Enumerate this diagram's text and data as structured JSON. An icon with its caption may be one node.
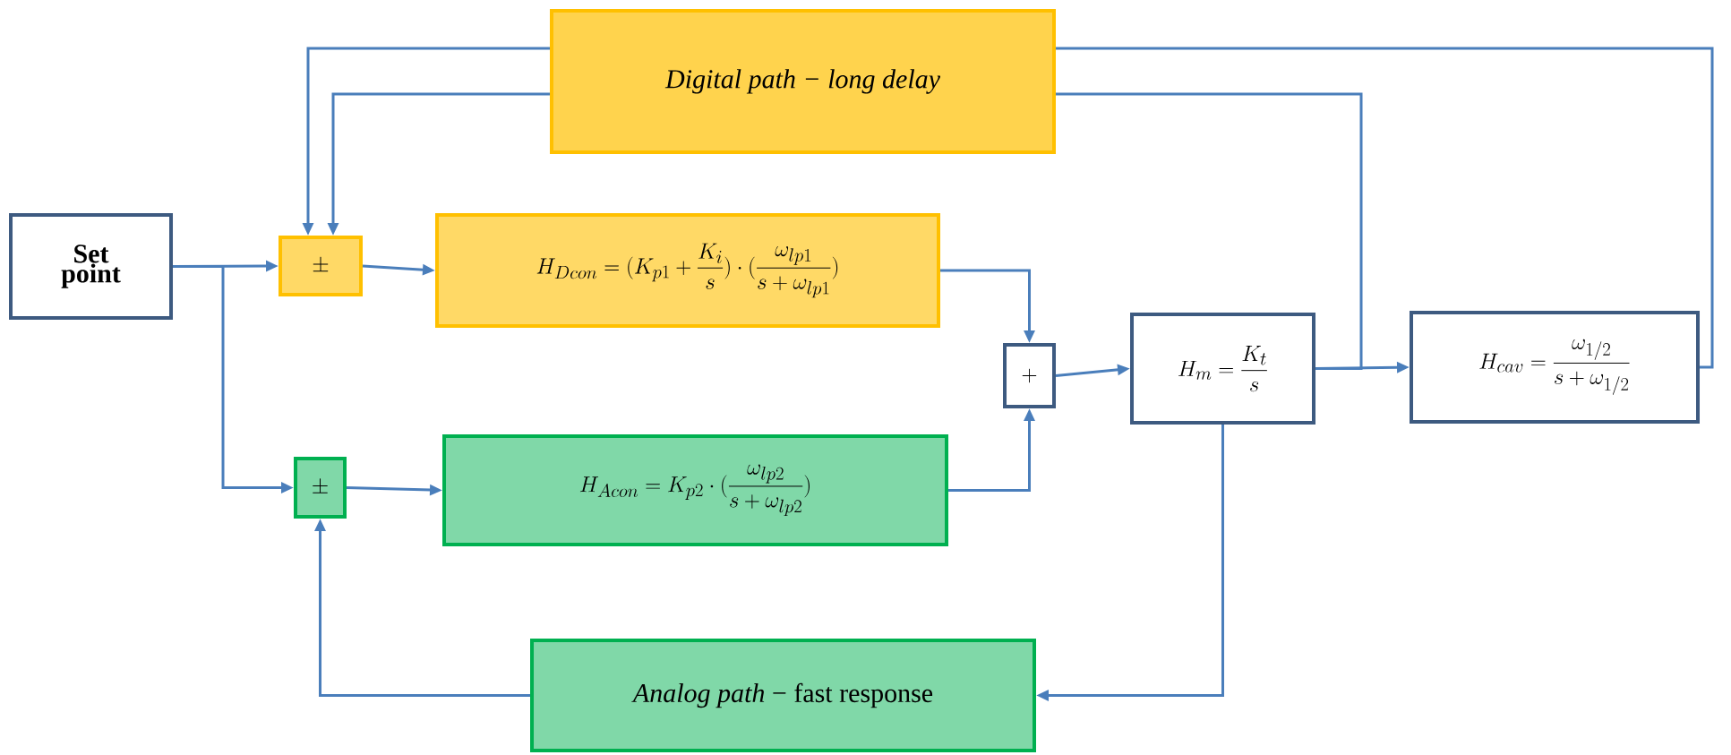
{
  "diagram": {
    "nodes": [
      {
        "text": [
          "Set point"
        ]
      },
      {
        "text": [
          "\\pm"
        ]
      },
      {
        "text": [
          "H_{Dcon} = (K_{p1}+\\frac{K_i}{s})\\cdot(\\frac{\\omega_{lp1}}{s+\\omega_{lp1}})"
        ]
      },
      {
        "text": [
          "Digital path − long delay"
        ]
      },
      {
        "text": [
          "\\pm"
        ]
      },
      {
        "text": [
          "H_{Acon} = K_{p2}\\cdot(\\frac{\\omega_{lp2}}{s+\\omega_{lp2}})"
        ]
      },
      {
        "text": [
          "+"
        ]
      },
      {
        "text": [
          "H_m = \\frac{K_t}{s}"
        ]
      },
      {
        "text": [
          "H_{cav} = \\frac{\\omega_{1/2}}{s+\\omega_{1/2}}"
        ]
      },
      {
        "text": [
          "*Analog path* − fast response"
        ]
      }
    ],
    "edges": [
      {
        "from": 0,
        "to": 1,
        "arrow": "to"
      },
      {
        "from": 0,
        "to": 4,
        "arrow": "to"
      },
      {
        "from": 1,
        "to": 2,
        "arrow": "to"
      },
      {
        "from": 2,
        "to": 6,
        "arrow": "to"
      },
      {
        "from": 4,
        "to": 5,
        "arrow": "to"
      },
      {
        "from": 5,
        "to": 6,
        "arrow": "to"
      },
      {
        "from": 6,
        "to": 7,
        "arrow": "to"
      },
      {
        "from": 7,
        "to": 8,
        "arrow": "to"
      },
      {
        "from": 8,
        "to": 3,
        "arrow": "none"
      },
      {
        "from": 3,
        "to": 1,
        "arrow": "to"
      },
      {
        "from": 7,
        "to": 3,
        "arrow": "none"
      },
      {
        "from": 3,
        "to": 1,
        "arrow": "to"
      },
      {
        "from": 7,
        "to": 9,
        "arrow": "to"
      },
      {
        "from": 9,
        "to": 4,
        "arrow": "to"
      }
    ]
  }
}
